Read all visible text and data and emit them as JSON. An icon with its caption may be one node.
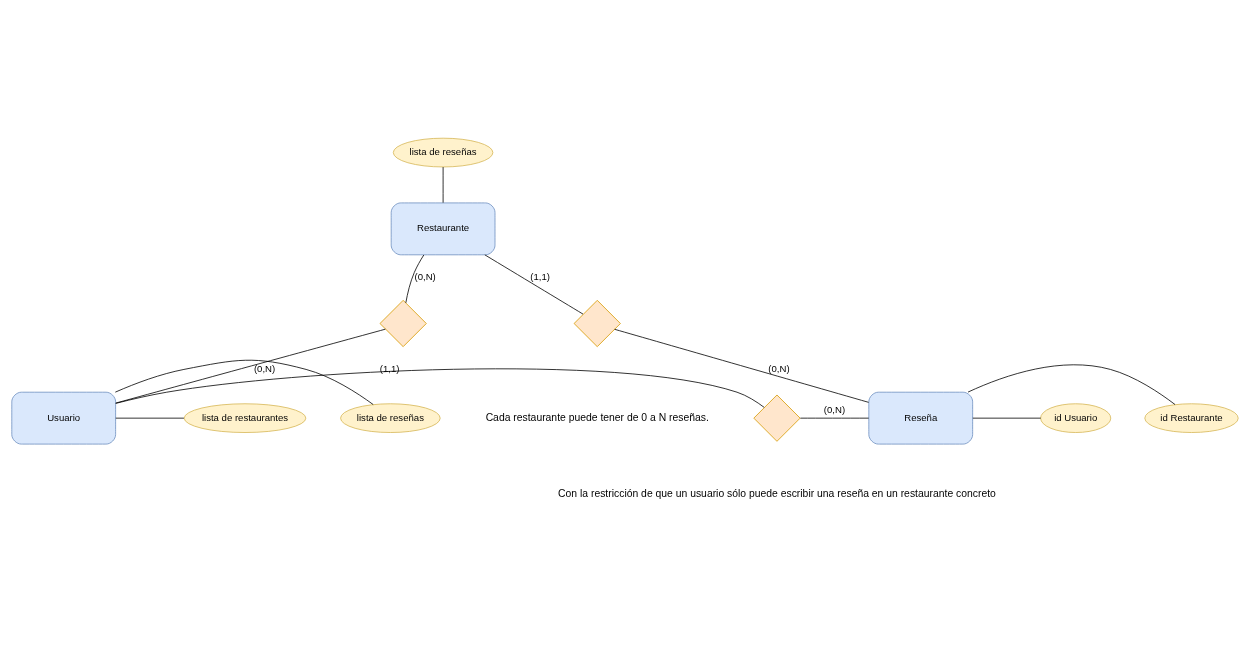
{
  "diagram": {
    "nodes": [
      {
        "text": [
          "lista de reseñas"
        ]
      },
      {
        "text": [
          "Restaurante"
        ]
      },
      {
        "text": [],
        "shape": "diamond"
      },
      {
        "text": [],
        "shape": "diamond"
      },
      {
        "text": [
          "lista de restaurantes"
        ]
      },
      {
        "text": [
          "lista de reseñas"
        ]
      },
      {
        "text": [
          "Usuario"
        ]
      },
      {
        "text": [],
        "shape": "diamond"
      },
      {
        "text": [
          "Reseña"
        ]
      },
      {
        "text": [
          "id Restaurante"
        ]
      },
      {
        "text": [
          "id Usuario"
        ]
      }
    ],
    "edges": [
      {
        "from": 0,
        "to": 1,
        "arrow": "none"
      },
      {
        "from": 1,
        "to": 2,
        "arrow": "none",
        "label": "(0,N)"
      },
      {
        "from": 2,
        "to": 6,
        "arrow": "none",
        "label": "(0,N)"
      },
      {
        "from": 1,
        "to": 3,
        "arrow": "none",
        "label": "(1,1)"
      },
      {
        "from": 3,
        "to": 8,
        "arrow": "none",
        "label": "(0,N)"
      },
      {
        "from": 4,
        "to": 6,
        "arrow": "none"
      },
      {
        "from": 5,
        "to": 6,
        "arrow": "none"
      },
      {
        "from": 6,
        "to": 7,
        "arrow": "none",
        "label": "(1,1)"
      },
      {
        "from": 7,
        "to": 8,
        "arrow": "none",
        "label": "(0,N)"
      },
      {
        "from": 8,
        "to": 9,
        "arrow": "none"
      },
      {
        "from": 8,
        "to": 10,
        "arrow": "none"
      }
    ],
    "labels": [
      "Cada restaurante puede tener de 0 a N reseñas.",
      "Con la restricción de que un usuario sólo puede escribir una reseña en un restaurante concreto"
    ]
  }
}
